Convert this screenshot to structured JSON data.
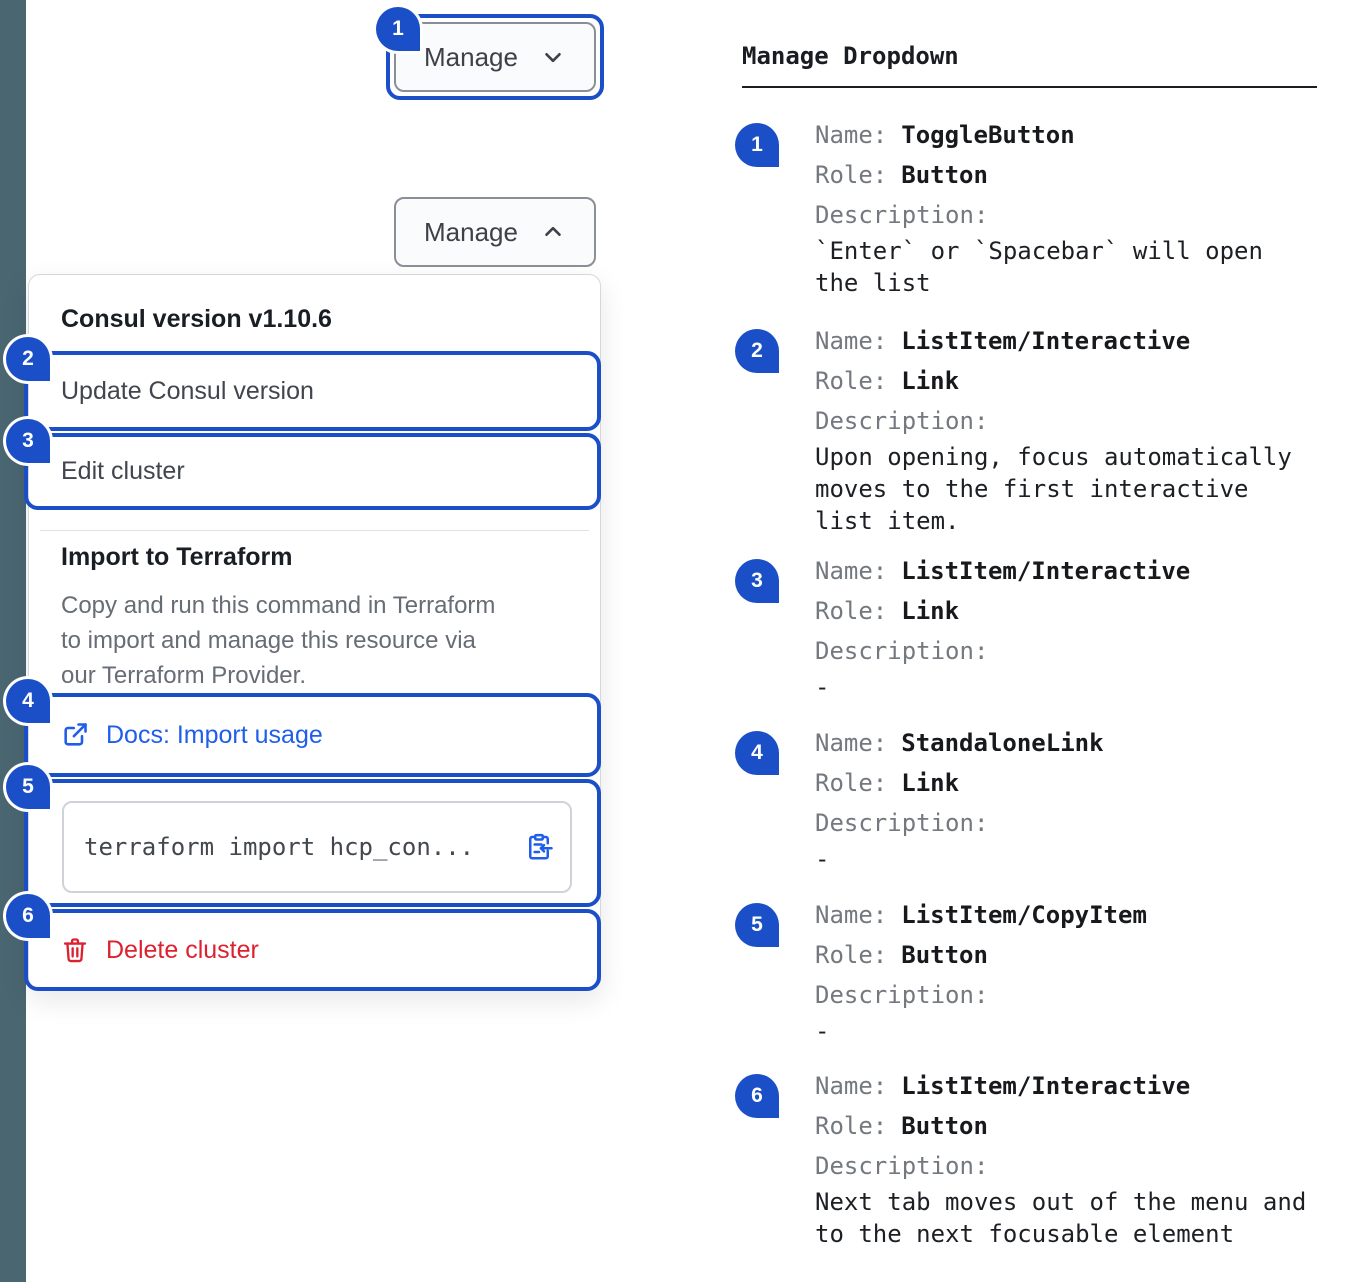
{
  "colors": {
    "annotation_blue": "#1b4fc8",
    "link_blue": "#1f5eea",
    "danger_red": "#dc2230",
    "side_rail_slate": "#4a6671"
  },
  "left": {
    "badges": [
      "1",
      "2",
      "3",
      "4",
      "5",
      "6"
    ],
    "toggle_button": {
      "label": "Manage"
    },
    "open_button": {
      "label": "Manage"
    },
    "dropdown": {
      "version_header": "Consul version v1.10.6",
      "update_item": "Update Consul version",
      "edit_item": "Edit cluster",
      "import_section": {
        "title": "Import to Terraform",
        "description": "Copy and run this command in Terraform to import and manage this resource via our Terraform Provider.",
        "docs_link": "Docs: Import usage",
        "command": "terraform import hcp_con..."
      },
      "delete_item": "Delete cluster"
    }
  },
  "annotations": {
    "title": "Manage Dropdown",
    "name_label": "Name:",
    "role_label": "Role:",
    "description_label": "Description:",
    "items": [
      {
        "num": "1",
        "name": "ToggleButton",
        "role": "Button",
        "description": "`Enter` or `Spacebar` will open the list"
      },
      {
        "num": "2",
        "name": "ListItem/Interactive",
        "role": "Link",
        "description": "Upon opening, focus automatically moves to the first interactive list item."
      },
      {
        "num": "3",
        "name": "ListItem/Interactive",
        "role": "Link",
        "description": "-"
      },
      {
        "num": "4",
        "name": "StandaloneLink",
        "role": "Link",
        "description": "-"
      },
      {
        "num": "5",
        "name": "ListItem/CopyItem",
        "role": "Button",
        "description": "-"
      },
      {
        "num": "6",
        "name": "ListItem/Interactive",
        "role": "Button",
        "description": "Next tab moves out of the menu and to the next focusable element"
      }
    ]
  }
}
